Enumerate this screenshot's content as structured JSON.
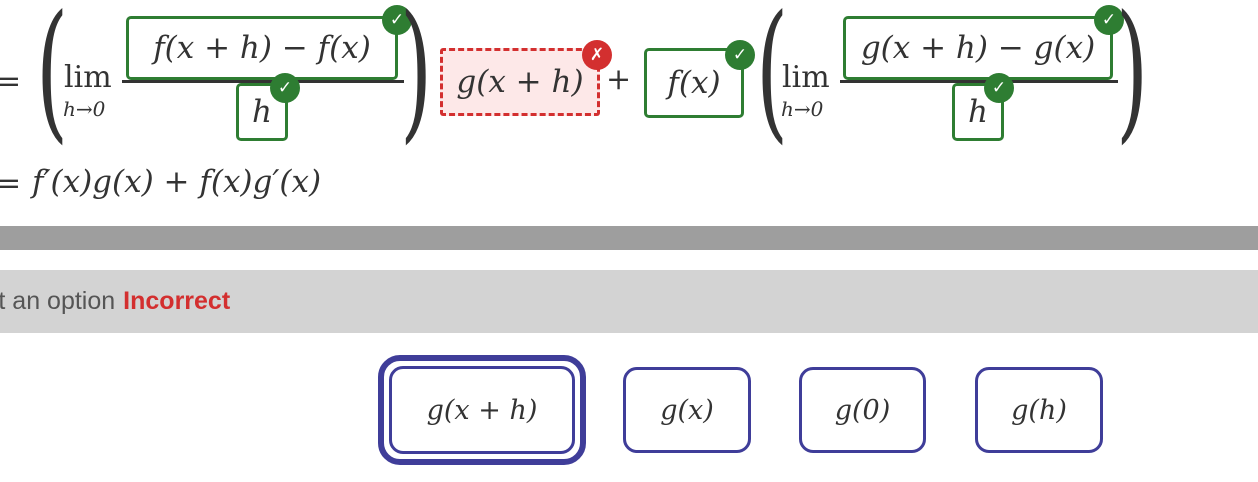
{
  "equation": {
    "equals_1": "=",
    "lim_1": "lim",
    "lim_sub_1": "h→0",
    "numerator_1": "f(x + h) − f(x)",
    "denominator_1": "h",
    "blank_answer": "g(x + h)",
    "plus": "+",
    "factor": "f(x)",
    "lim_2": "lim",
    "lim_sub_2": "h→0",
    "numerator_2": "g(x + h) − g(x)",
    "denominator_2": "h",
    "equals_2": "=",
    "result": "f′(x)g(x) + f(x)g′(x)",
    "check_mark": "✓",
    "cross_mark": "✗"
  },
  "feedback": {
    "prompt": "ect an option",
    "status": "Incorrect"
  },
  "options": [
    {
      "label": "g(x + h)",
      "selected": true
    },
    {
      "label": "g(x)",
      "selected": false
    },
    {
      "label": "g(0)",
      "selected": false
    },
    {
      "label": "g(h)",
      "selected": false
    }
  ],
  "colors": {
    "correct": "#2e7d32",
    "incorrect": "#d32f2f",
    "option_border": "#3f3d99",
    "divider": "#9e9e9e",
    "feedback_bg": "#d3d3d3"
  }
}
